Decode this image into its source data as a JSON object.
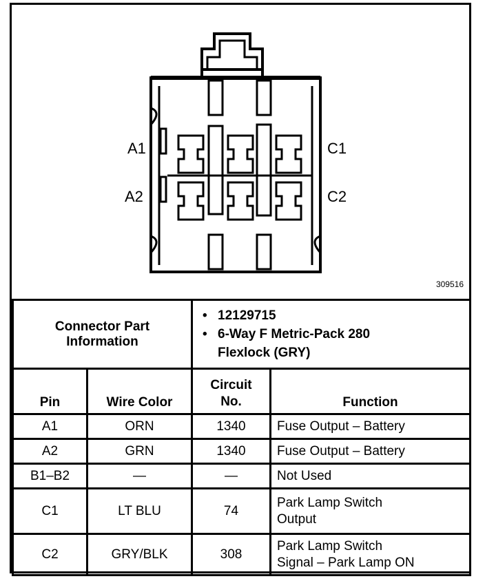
{
  "figure": {
    "number": "309516",
    "pin_labels": {
      "a1": "A1",
      "a2": "A2",
      "c1": "C1",
      "c2": "C2"
    }
  },
  "connector_info": {
    "label": "Connector Part Information",
    "part_number": "12129715",
    "description_line1": "6-Way F Metric-Pack 280",
    "description_line2": "Flexlock (GRY)",
    "bullet": "•"
  },
  "table": {
    "headers": {
      "pin": "Pin",
      "wire_color": "Wire Color",
      "circuit_no_line1": "Circuit",
      "circuit_no_line2": "No.",
      "function": "Function"
    },
    "rows": [
      {
        "pin": "A1",
        "wire": "ORN",
        "circuit": "1340",
        "function_line1": "Fuse Output – Battery",
        "function_line2": ""
      },
      {
        "pin": "A2",
        "wire": "GRN",
        "circuit": "1340",
        "function_line1": "Fuse Output – Battery",
        "function_line2": ""
      },
      {
        "pin": "B1–B2",
        "wire": "—",
        "circuit": "—",
        "function_line1": "Not Used",
        "function_line2": ""
      },
      {
        "pin": "C1",
        "wire": "LT BLU",
        "circuit": "74",
        "function_line1": "Park Lamp Switch",
        "function_line2": "Output"
      },
      {
        "pin": "C2",
        "wire": "GRY/BLK",
        "circuit": "308",
        "function_line1": "Park Lamp Switch",
        "function_line2": "Signal – Park Lamp ON"
      }
    ]
  }
}
